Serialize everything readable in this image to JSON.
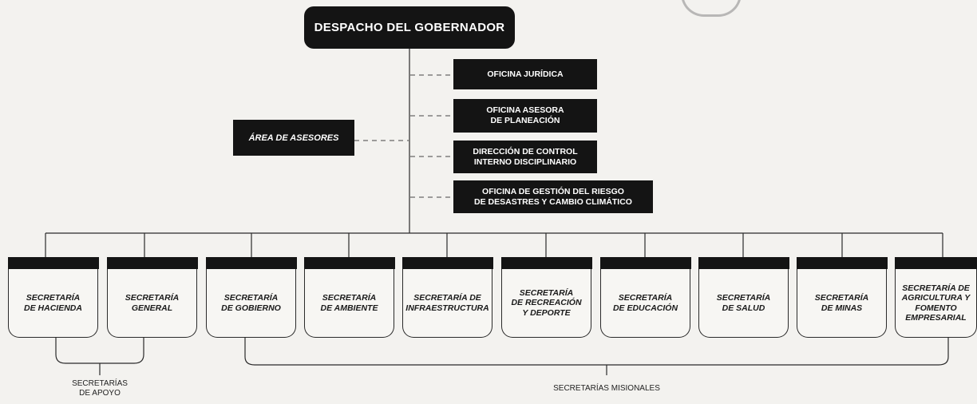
{
  "top": {
    "title": "DESPACHO DEL GOBERNADOR"
  },
  "advisors": {
    "label": "ÁREA DE ASESORES"
  },
  "offices": [
    {
      "lines": [
        "OFICINA JURÍDICA"
      ]
    },
    {
      "lines": [
        "OFICINA ASESORA",
        "DE PLANEACIÓN"
      ]
    },
    {
      "lines": [
        "DIRECCIÓN DE CONTROL",
        "INTERNO DISCIPLINARIO"
      ]
    },
    {
      "lines": [
        "OFICINA DE GESTIÓN DEL RIESGO",
        "DE DESASTRES Y CAMBIO CLIMÁTICO"
      ]
    }
  ],
  "secretariats": [
    {
      "lines": [
        "SECRETARÍA",
        "DE HACIENDA"
      ]
    },
    {
      "lines": [
        "SECRETARÍA",
        "GENERAL"
      ]
    },
    {
      "lines": [
        "SECRETARÍA",
        "DE GOBIERNO"
      ]
    },
    {
      "lines": [
        "SECRETARÍA",
        "DE AMBIENTE"
      ]
    },
    {
      "lines": [
        "SECRETARÍA DE",
        "INFRAESTRUCTURA"
      ]
    },
    {
      "lines": [
        "SECRETARÍA",
        "DE RECREACIÓN",
        "Y DEPORTE"
      ]
    },
    {
      "lines": [
        "SECRETARÍA",
        "DE EDUCACIÓN"
      ]
    },
    {
      "lines": [
        "SECRETARÍA",
        "DE SALUD"
      ]
    },
    {
      "lines": [
        "SECRETARÍA",
        "DE MINAS"
      ]
    },
    {
      "lines": [
        "SECRETARÍA DE",
        "AGRICULTURA Y",
        "FOMENTO",
        "EMPRESARIAL"
      ]
    }
  ],
  "groups": {
    "support": {
      "lines": [
        "SECRETARÍAS",
        "DE APOYO"
      ]
    },
    "missional": {
      "lines": [
        "SECRETARÍAS MISIONALES"
      ]
    }
  }
}
